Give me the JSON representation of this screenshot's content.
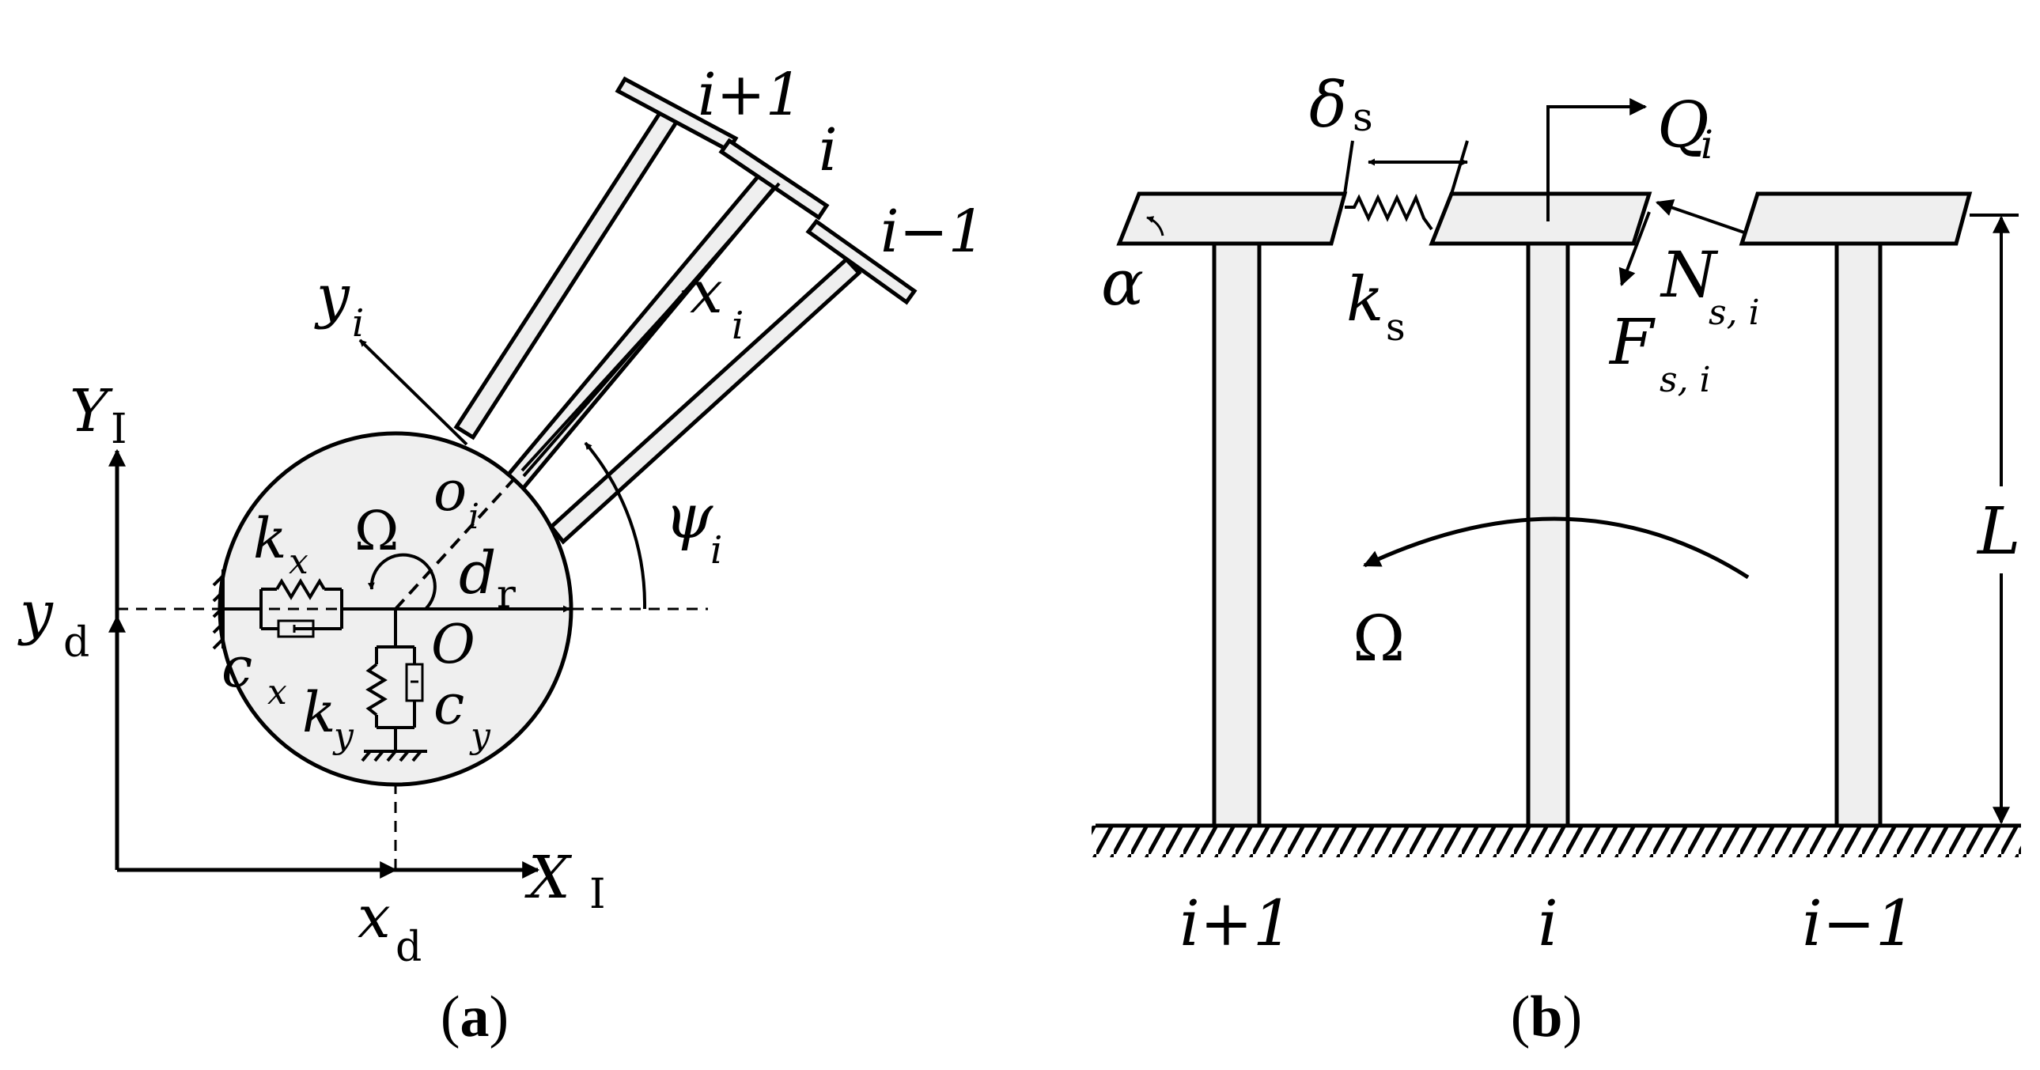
{
  "panel_a": {
    "caption_open": "(",
    "caption_letter": "a",
    "caption_close": ")",
    "blade_upper": "i+1",
    "blade_mid": "i",
    "blade_lower": "i−1",
    "y_axis_letter": "Y",
    "y_axis_sub": "I",
    "x_axis_letter": "X",
    "x_axis_sub": "I",
    "yd_letter": "y",
    "yd_sub": "d",
    "xd_letter": "x",
    "xd_sub": "d",
    "yi_letter": "y",
    "yi_sub": "i",
    "xi_letter": "x",
    "xi_sub": "i",
    "oi_letter": "o",
    "oi_sub": "i",
    "psi_letter": "ψ",
    "psi_sub": "i",
    "omega": "Ω",
    "kx_letter": "k",
    "kx_sub": "x",
    "cx_letter": "c",
    "cx_sub": "x",
    "ky_letter": "k",
    "ky_sub": "y",
    "cy_letter": "c",
    "cy_sub": "y",
    "dr_letter": "d",
    "dr_sub": "r",
    "o_label": "O"
  },
  "panel_b": {
    "caption_open": "(",
    "caption_letter": "b",
    "caption_close": ")",
    "delta_letter": "δ",
    "delta_sub": "s",
    "q_letter": "Q",
    "q_sub": "i",
    "ks_letter": "k",
    "ks_sub": "s",
    "alpha": "α",
    "n_letter": "N",
    "n_sub": "s, i",
    "f_letter": "F",
    "f_sub": "s, i",
    "l_label": "L",
    "omega": "Ω",
    "blade_left": "i+1",
    "blade_mid": "i",
    "blade_right": "i−1"
  },
  "colors": {
    "fill": "#efefef",
    "stroke": "#000000"
  }
}
